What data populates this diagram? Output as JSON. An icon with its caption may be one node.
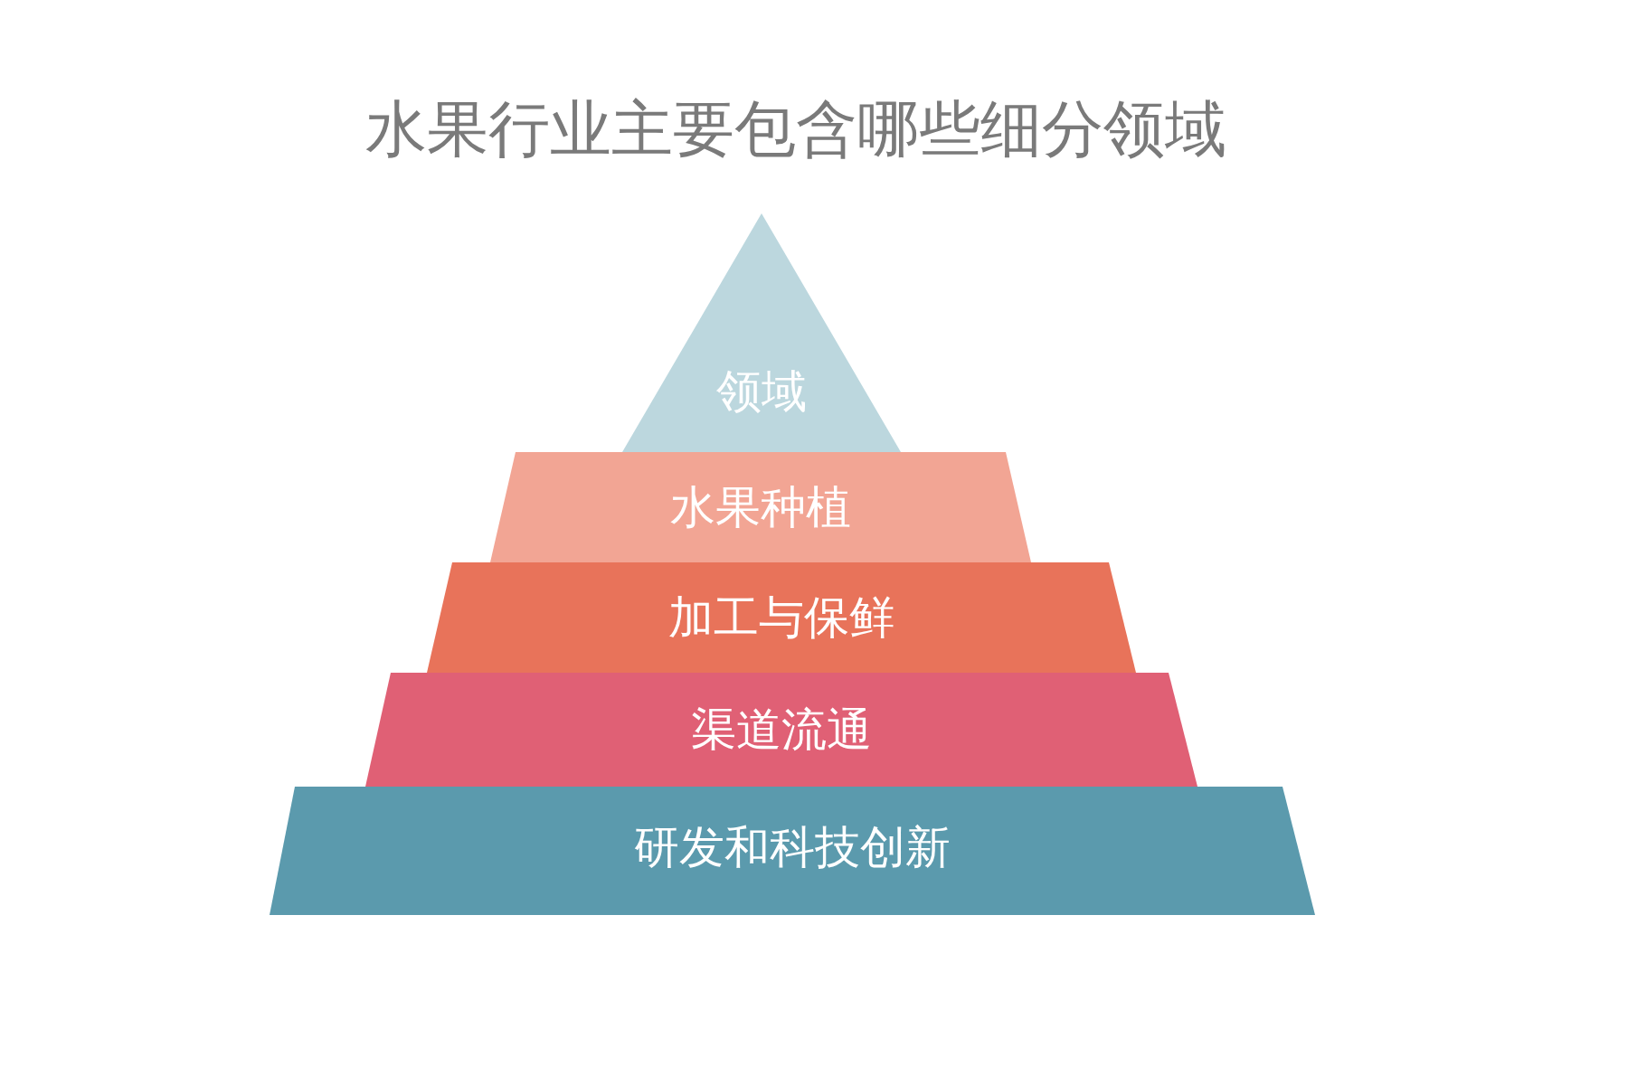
{
  "diagram": {
    "title": "水果行业主要包含哪些细分领域",
    "nodes": [
      {
        "text": [
          "领域"
        ]
      },
      {
        "text": [
          "水果种植"
        ]
      },
      {
        "text": [
          "加工与保鲜"
        ]
      },
      {
        "text": [
          "渠道流通"
        ]
      },
      {
        "text": [
          "研发和科技创新"
        ]
      }
    ]
  }
}
